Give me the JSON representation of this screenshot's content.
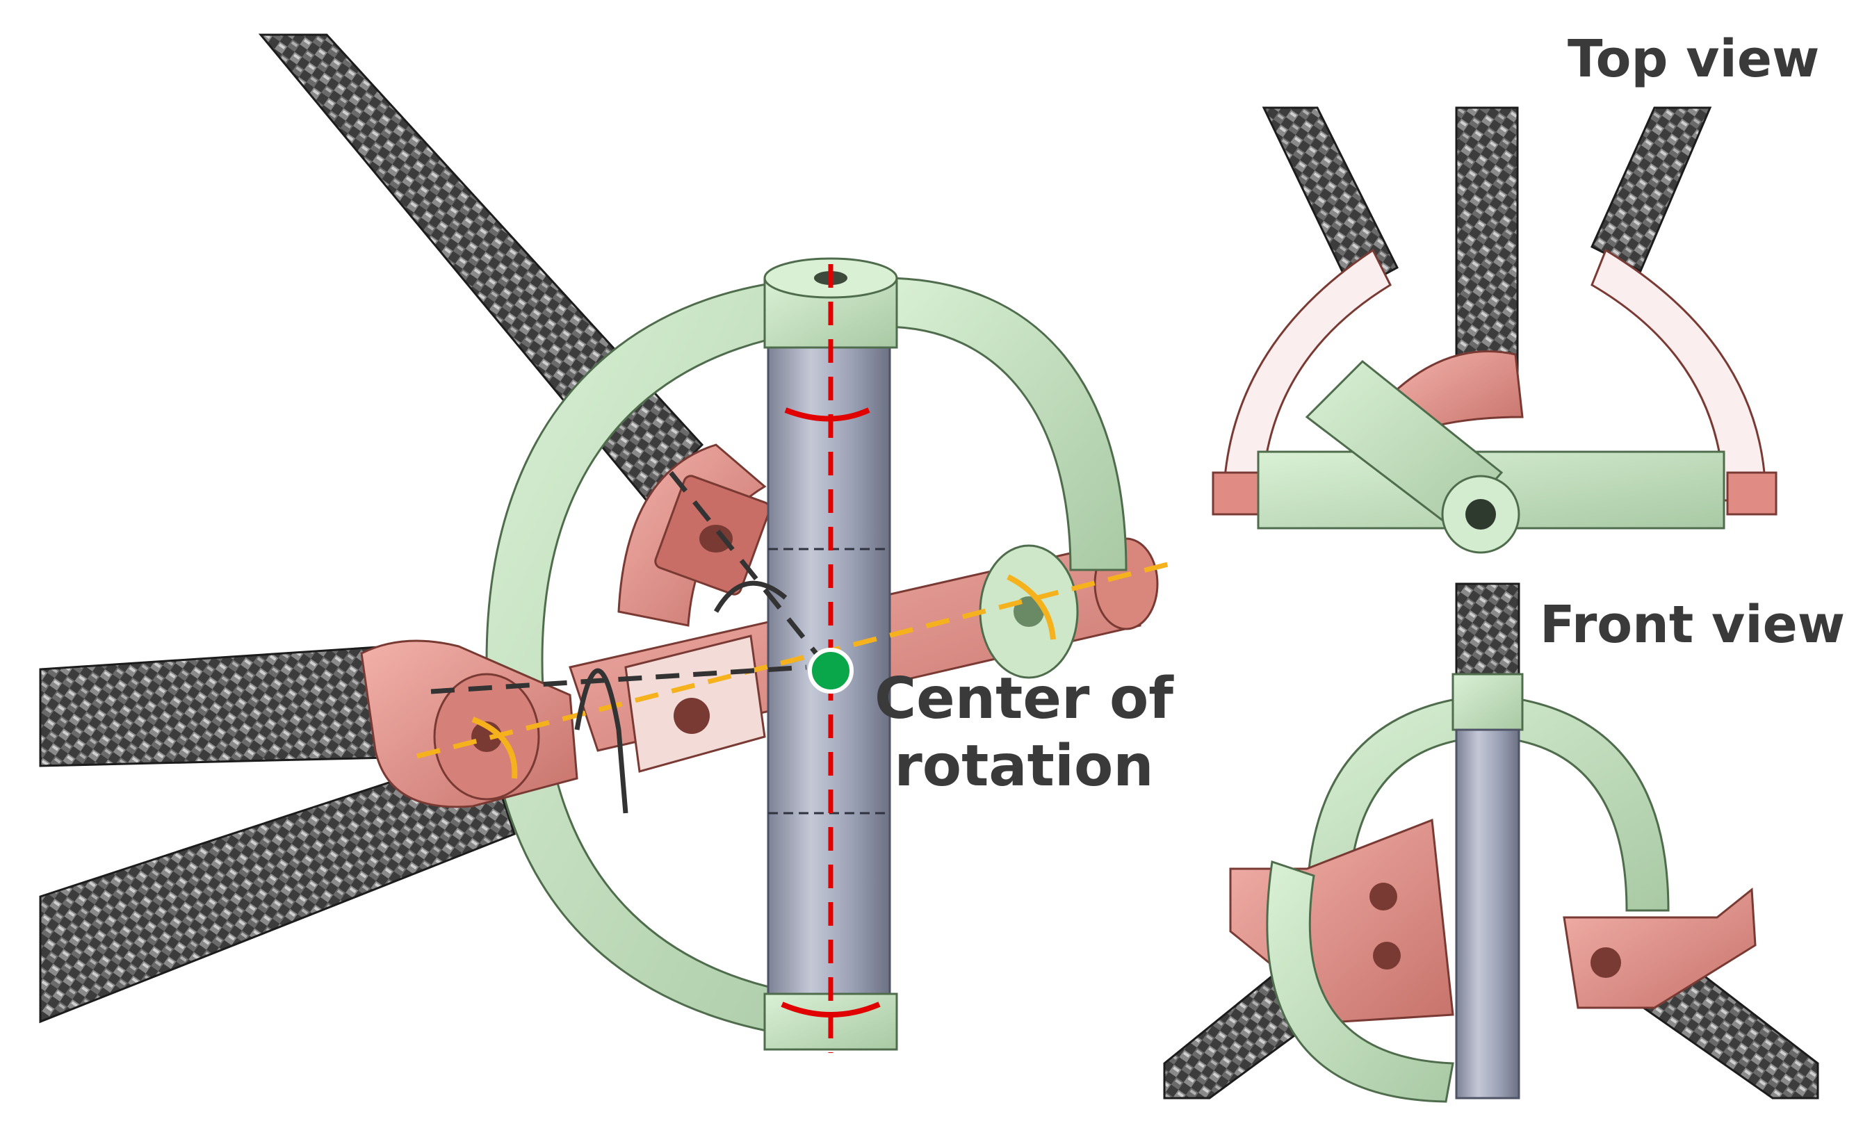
{
  "labels": {
    "top_view": "Top view",
    "front_view": "Front view",
    "center_line1": "Center of",
    "center_line2": "rotation"
  },
  "colors": {
    "background": "#ffffff",
    "green_part": "#c8e6c4",
    "green_part_dark": "#7f9a7b",
    "red_part": "#e08b83",
    "red_part_dark": "#8c4a44",
    "carbon_tube": "#4a4a4a",
    "center_rod": "#9aa0b4",
    "axis_red": "#e00000",
    "axis_orange": "#f5b21c",
    "axis_dark": "#333333",
    "center_dot": "#0aa64a",
    "label_text": "#3a3a3a"
  },
  "views": [
    "main-isometric-view",
    "top-view",
    "front-view"
  ],
  "icons": [
    "rotation-arrow-icon",
    "center-of-rotation-dot"
  ]
}
